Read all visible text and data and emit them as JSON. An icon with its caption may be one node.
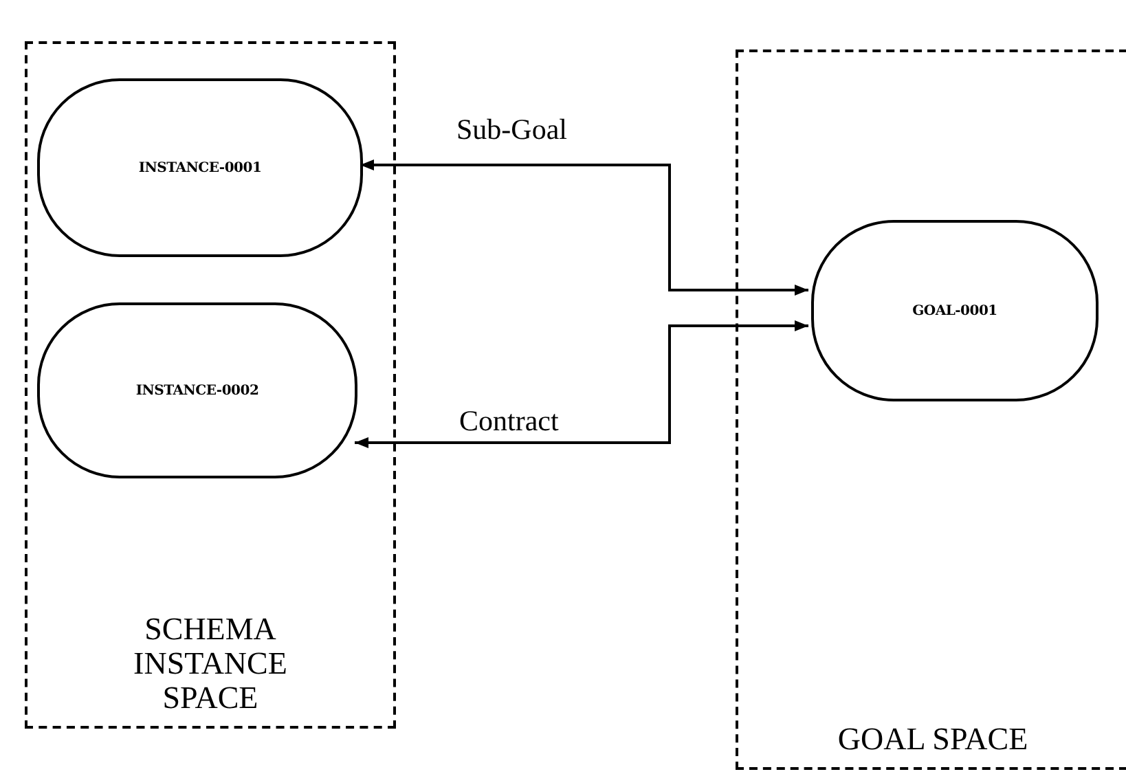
{
  "diagram": {
    "nodes": [
      {
        "text": [
          "SCHEMA INSTANCE SPACE"
        ]
      },
      {
        "text": [
          "INSTANCE-0001"
        ],
        "in": 0
      },
      {
        "text": [
          "INSTANCE-0002"
        ],
        "in": 0
      },
      {
        "text": [
          "GOAL SPACE"
        ]
      },
      {
        "text": [
          "GOAL-0001"
        ],
        "in": 3
      }
    ],
    "edges": [
      {
        "from": 1,
        "to": 4,
        "arrow": "both",
        "label": "Sub-Goal"
      },
      {
        "from": 2,
        "to": 4,
        "arrow": "both",
        "label": "Contract"
      }
    ]
  }
}
